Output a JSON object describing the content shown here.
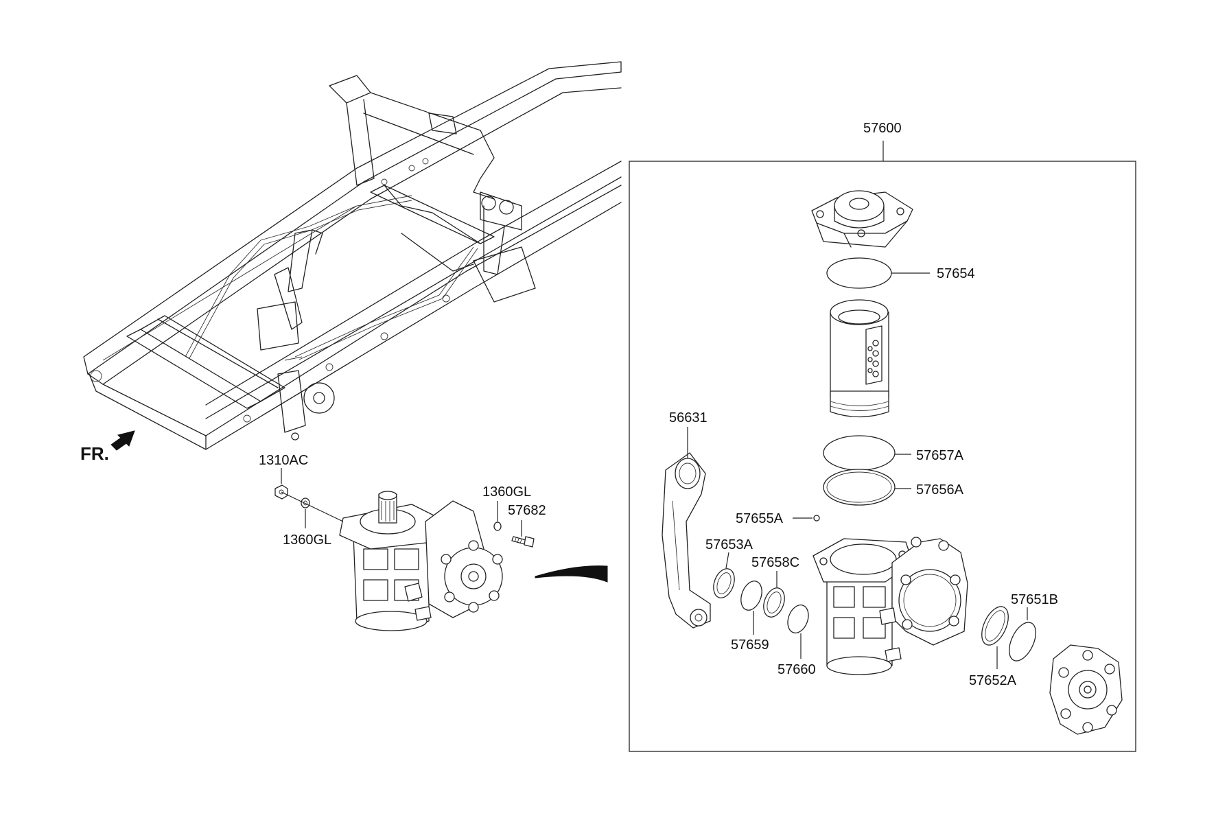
{
  "direction_marker": {
    "label": "FR."
  },
  "assembly": {
    "part_number": "57600"
  },
  "left_labels": {
    "nut": "1310AC",
    "washer_top": "1360GL",
    "washer_bottom": "1360GL",
    "bolt": "57682"
  },
  "exploded_labels": {
    "seal_top": "57654",
    "pitman_arm": "56631",
    "ring_57657A": "57657A",
    "ring_57656A": "57656A",
    "ball_57655A": "57655A",
    "seal_57653A": "57653A",
    "seal_57658C": "57658C",
    "ring_57659": "57659",
    "ring_57660": "57660",
    "ring_57651B": "57651B",
    "seal_57652A": "57652A"
  },
  "colors": {
    "line": "#222222",
    "background": "#ffffff"
  }
}
